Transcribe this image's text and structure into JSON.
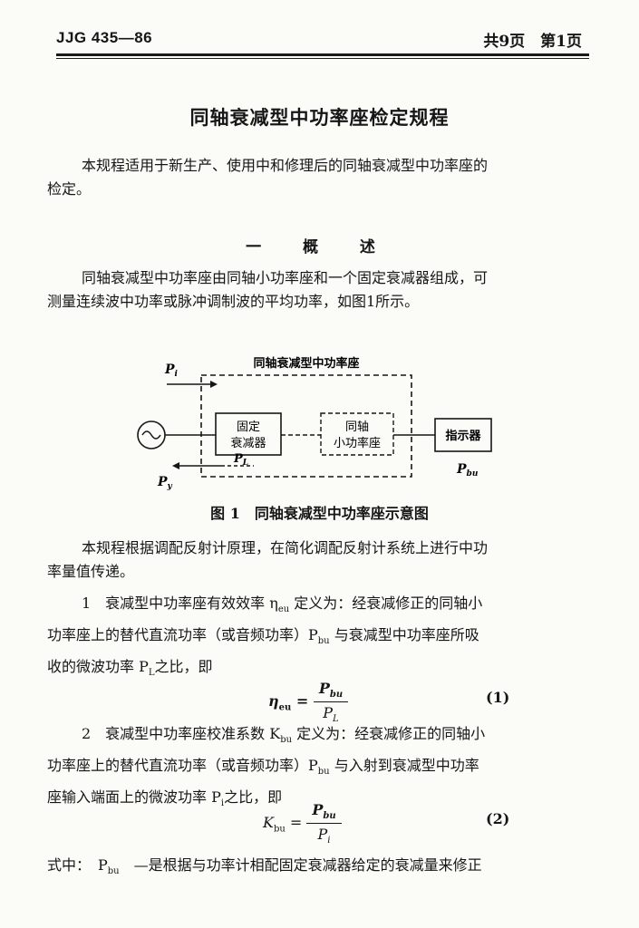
{
  "header": {
    "standard_no": "JJG 435—86",
    "page_info": "共9页　第1页"
  },
  "title": "同轴衰减型中功率座检定规程",
  "intro": {
    "line1": "本规程适用于新生产、使用中和修理后的同轴衰减型中功率座的",
    "line2": "检定。"
  },
  "section1": {
    "heading": "一 概 述",
    "para": {
      "line1": "同轴衰减型中功率座由同轴小功率座和一个固定衰减器组成，可",
      "line2": "测量连续波中功率或脉冲调制波的平均功率，如图1所示。"
    }
  },
  "figure": {
    "outer_label": "同轴衰减型中功率座",
    "box1": {
      "line1": "固定",
      "line2": "衰减器"
    },
    "box2": {
      "line1": "同轴",
      "line2": "小功率座"
    },
    "box3": "指示器",
    "p_i": "P",
    "p_i_sub": "i",
    "p_l": "P",
    "p_l_sub": "L",
    "p_y": "P",
    "p_y_sub": "y",
    "p_bu": "P",
    "p_bu_sub": "bu",
    "caption": "图 1　同轴衰减型中功率座示意图"
  },
  "para2": {
    "line1": "本规程根据调配反射计原理，在简化调配反射计系统上进行中功",
    "line2": "率量值传递。"
  },
  "item1": {
    "line1": "1　衰减型中功率座有效效率 η",
    "line1_sub": "eu",
    "line1_rest": " 定义为：经衰减修正的同轴小",
    "line2": "功率座上的替代直流功率（或音频功率）P",
    "line2_sub": "bu",
    "line2_rest": " 与衰减型中功率座所吸",
    "line3": "收的微波功率 P",
    "line3_sub": "L",
    "line3_rest": "之比，即"
  },
  "formula1": {
    "lhs": "η",
    "lhs_sub": "eu",
    "eq": " = ",
    "num": "P",
    "num_sub": "bu",
    "den": "P",
    "den_sub": "L",
    "number": "(1)"
  },
  "item2": {
    "line1": "2　衰减型中功率座校准系数 K",
    "line1_sub": "bu",
    "line1_rest": " 定义为：经衰减修正的同轴小",
    "line2": "功率座上的替代直流功率（或音频功率）P",
    "line2_sub": "bu",
    "line2_rest": " 与入射到衰减型中功率",
    "line3": "座输入端面上的微波功率 P",
    "line3_sub": "i",
    "line3_rest": "之比，即"
  },
  "formula2": {
    "lhs": "K",
    "lhs_sub": "bu",
    "eq": " = ",
    "num": "P",
    "num_sub": "bu",
    "den": "P",
    "den_sub": "i",
    "number": "(2)"
  },
  "last_line": {
    "prefix": "式中：　P",
    "prefix_sub": "bu",
    "rest": "　—是根据与功率计相配固定衰减器给定的衰减量来修正"
  }
}
